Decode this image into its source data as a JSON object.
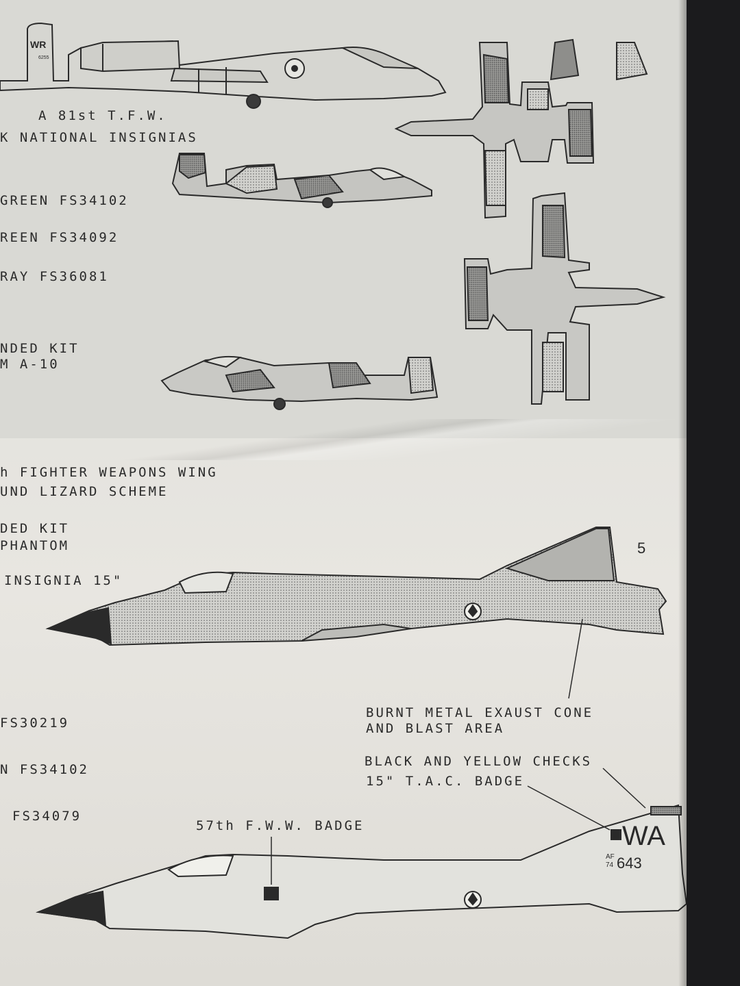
{
  "a10_section": {
    "unit_line": "A 81st T.F.W.",
    "insignia_line": "K NATIONAL INSIGNIAS",
    "colors": [
      "GREEN FS34102",
      "REEN FS34092",
      "RAY FS36081"
    ],
    "kit_lines": [
      "NDED KIT",
      "M A-10"
    ],
    "tail_code": "WR",
    "tail_serial": "6255"
  },
  "f4_section": {
    "unit_line": "h FIGHTER WEAPONS WING",
    "scheme_line": "UND LIZARD SCHEME",
    "kit_lines": [
      "DED KIT",
      "PHANTOM"
    ],
    "insignia_line": "INSIGNIA 15\"",
    "colors": [
      "FS30219",
      "N FS34102",
      "FS34079"
    ],
    "callouts": {
      "exhaust": [
        "BURNT METAL EXAUST CONE",
        "AND BLAST AREA"
      ],
      "checks": [
        "BLACK AND YELLOW CHECKS",
        "15\" T.A.C. BADGE"
      ],
      "fww_badge": "57th F.W.W. BADGE"
    },
    "tail_code": "WA",
    "tail_af": "AF",
    "tail_year": "74",
    "tail_number": "643",
    "tail_fin_number": "5"
  },
  "ink_color": "#2a2a2a",
  "camo_light": "#bfbfbc",
  "camo_dark": "#8d8d8a"
}
